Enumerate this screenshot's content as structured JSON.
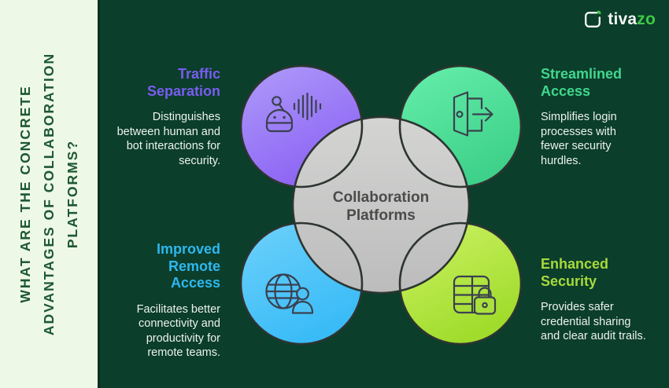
{
  "sidebar": {
    "question": "WHAT ARE THE CONCRETE\nADVANTAGES OF COLLABORATION\nPLATFORMS?"
  },
  "logo": {
    "name_primary": "tiva",
    "name_accent": "zo",
    "icon": "tivazo-checkbox-leaf-icon",
    "accent_color": "#3fca44"
  },
  "center": {
    "label": "Collaboration\nPlatforms",
    "fill_top": "#d4d4d3",
    "fill_bottom": "#bcbcbc",
    "text_color": "#4b4b4b"
  },
  "items": [
    {
      "id": "traffic-separation",
      "title": "Traffic\nSeparation",
      "description": "Distinguishes\nbetween human and\nbot interactions for\nsecurity.",
      "accent_color": "#7a5cf0",
      "circle_gradient": [
        "#af9cf9",
        "#8c63f4"
      ],
      "icon": "bot-voice-icon",
      "position": "top-left"
    },
    {
      "id": "streamlined-access",
      "title": "Streamlined\nAccess",
      "description": "Simplifies login\nprocesses with\nfewer security\nhurdles.",
      "accent_color": "#41d78e",
      "circle_gradient": [
        "#66efab",
        "#3ed189"
      ],
      "icon": "door-exit-icon",
      "position": "top-right"
    },
    {
      "id": "improved-remote-access",
      "title": "Improved\nRemote\nAccess",
      "description": "Facilitates better\nconnectivity and\nproductivity for\nremote teams.",
      "accent_color": "#2eb7ef",
      "circle_gradient": [
        "#6ed1fa",
        "#39bbf7"
      ],
      "icon": "globe-user-icon",
      "position": "bottom-left"
    },
    {
      "id": "enhanced-security",
      "title": "Enhanced\nSecurity",
      "description": "Provides safer\ncredential sharing\nand clear audit trails.",
      "accent_color": "#a7d93c",
      "circle_gradient": [
        "#cdf266",
        "#a0dc2b"
      ],
      "icon": "table-lock-icon",
      "position": "bottom-right"
    }
  ],
  "colors": {
    "background": "#0b3e2b",
    "sidebar_background": "#eef8e6",
    "sidebar_text": "#1c5833",
    "body_text": "#edf2ee",
    "circle_outline": "#2d3531",
    "icon_stroke": "#3a4150"
  }
}
